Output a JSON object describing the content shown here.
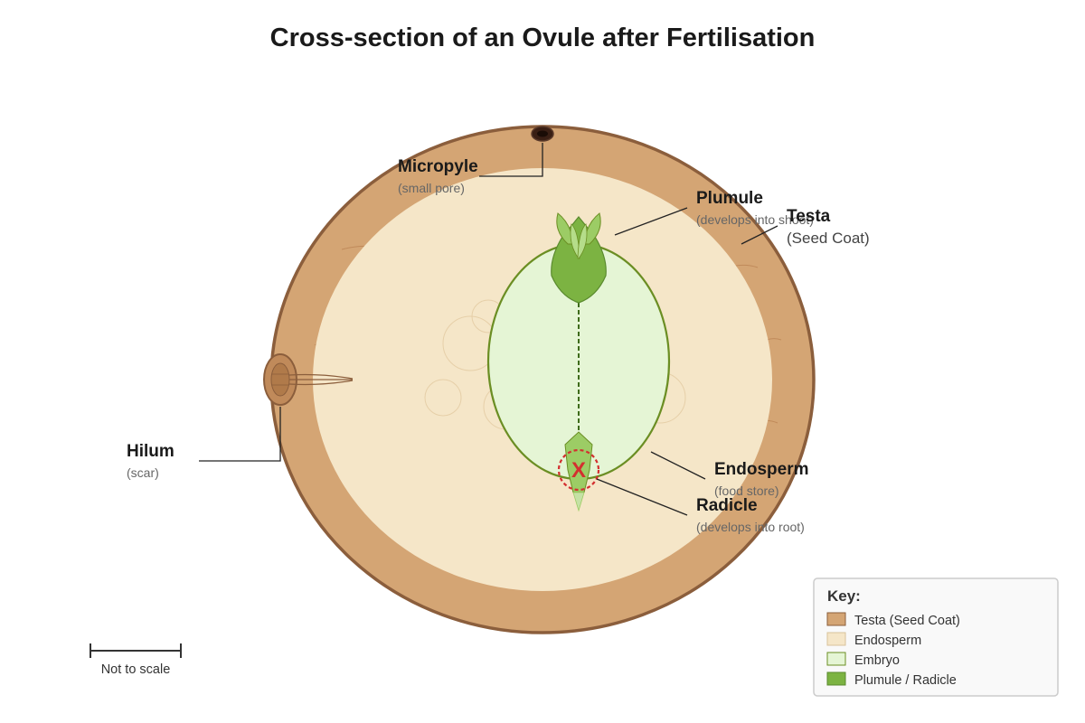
{
  "title": "Cross-section of an Ovule after Fertilisation",
  "labels": {
    "micropyle": {
      "name": "Micropyle",
      "note": "(small pore)"
    },
    "plumule": {
      "name": "Plumule",
      "note": "(develops into shoot)"
    },
    "testa": {
      "name": "Testa",
      "note": "(Seed Coat)"
    },
    "hilum": {
      "name": "Hilum",
      "note": "(scar)"
    },
    "endosperm": {
      "name": "Endosperm",
      "note": "(food store)"
    },
    "radicle": {
      "name": "Radicle",
      "note": "(develops into root)"
    }
  },
  "marker": {
    "symbol": "X"
  },
  "key": {
    "title": "Key:",
    "items": [
      {
        "label": "Testa (Seed Coat)",
        "color": "#d4a574"
      },
      {
        "label": "Endosperm",
        "color": "#f5e6c8"
      },
      {
        "label": "Embryo",
        "color": "#e5f5d5"
      },
      {
        "label": "Plumule / Radicle",
        "color": "#7cb342"
      }
    ]
  },
  "scale_bar": {
    "text": "Not to scale"
  },
  "colors": {
    "testa": "#d4a574",
    "testa_outline": "#8b5e3c",
    "endosperm": "#f5e6c8",
    "embryo": "#e5f5d5",
    "embryo_outline": "#6b8e23",
    "plumule": "#7cb342",
    "marker": "#d32f2f"
  }
}
